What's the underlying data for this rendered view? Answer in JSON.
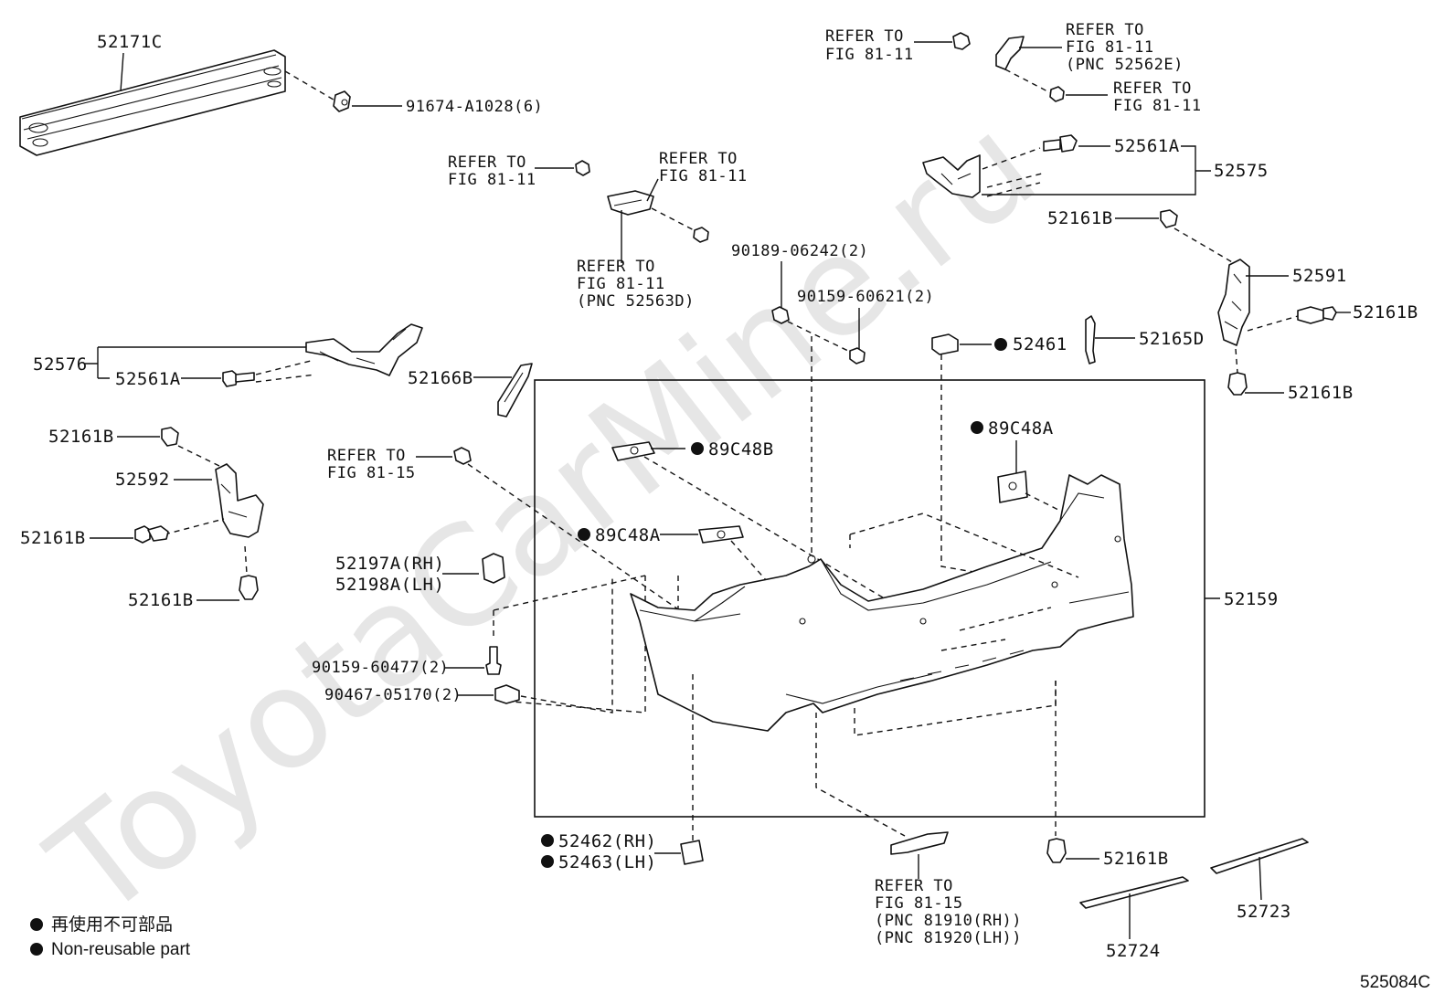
{
  "watermark": "ToyotaCarMine.ru",
  "diagram_code": "525084C",
  "legend": {
    "line1": "再使用不可部品",
    "line2": "Non-reusable part"
  },
  "labels": {
    "p52171C": "52171C",
    "p91674": "91674-A1028(6)",
    "ref_top1_a": "REFER TO",
    "ref_top1_b": "FIG 81-11",
    "ref_top2_a": "REFER TO",
    "ref_top2_b": "FIG 81-11",
    "ref_top2_c": "(PNC 52562E)",
    "ref_top3_a": "REFER TO",
    "ref_top3_b": "FIG 81-11",
    "ref_mid1_a": "REFER TO",
    "ref_mid1_b": "FIG 81-11",
    "ref_mid2_a": "REFER TO",
    "ref_mid2_b": "FIG 81-11",
    "ref_mid3_a": "REFER TO",
    "ref_mid3_b": "FIG 81-11",
    "ref_mid3_c": "(PNC 52563D)",
    "p52561A_r": "52561A",
    "p52575": "52575",
    "p52161B_r1": "52161B",
    "p52591": "52591",
    "p52161B_r2": "52161B",
    "p52161B_r3": "52161B",
    "p90189": "90189-06242(2)",
    "p90159_a": "90159-60621(2)",
    "p52461": "52461",
    "p52165D": "52165D",
    "p52576": "52576",
    "p52561A_l": "52561A",
    "p52166B": "52166B",
    "p52161B_l1": "52161B",
    "p52592": "52592",
    "p52161B_l2": "52161B",
    "p52161B_l3": "52161B",
    "ref_fig15_a": "REFER TO",
    "ref_fig15_b": "FIG 81-15",
    "p89C48B": "89C48B",
    "p89C48A_r": "89C48A",
    "p89C48A_l": "89C48A",
    "p52197A": "52197A(RH)",
    "p52198A": "52198A(LH)",
    "p90159_b": "90159-60477(2)",
    "p90467": "90467-05170(2)",
    "p52159": "52159",
    "p52462": "52462(RH)",
    "p52463": "52463(LH)",
    "ref_bot_a": "REFER TO",
    "ref_bot_b": "FIG 81-15",
    "ref_bot_c": "(PNC 81910(RH))",
    "ref_bot_d": "(PNC 81920(LH))",
    "p52161B_b": "52161B",
    "p52723": "52723",
    "p52724": "52724"
  }
}
